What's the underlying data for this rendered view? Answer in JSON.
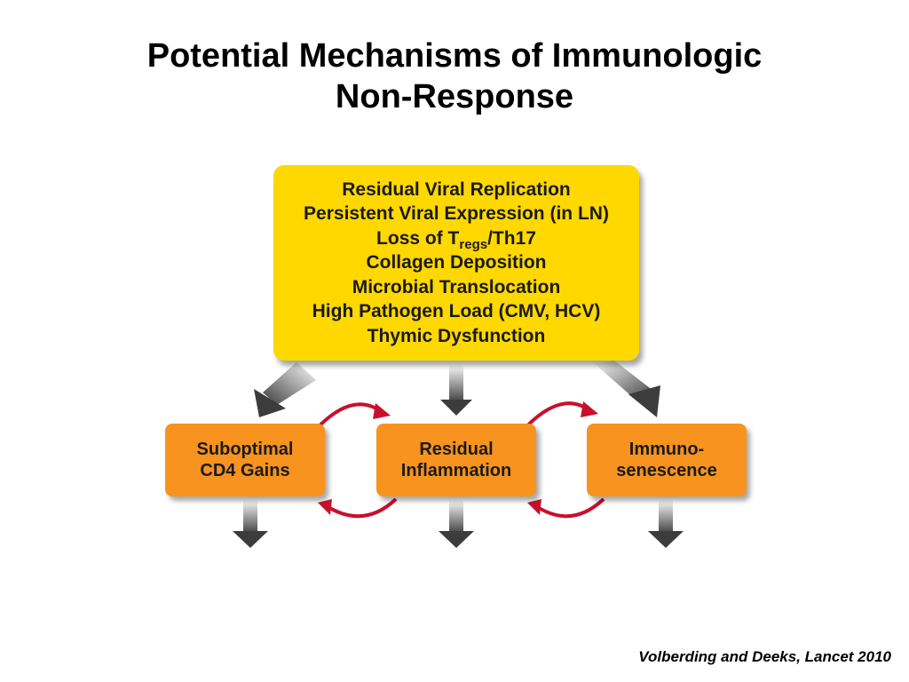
{
  "title": {
    "line1": "Potential Mechanisms of Immunologic",
    "line2": "Non-Response"
  },
  "mechanisms": {
    "items": [
      "Residual Viral Replication",
      "Persistent Viral Expression (in LN)",
      "Collagen Deposition",
      "Microbial Translocation",
      "High Pathogen Load (CMV, HCV)",
      "Thymic Dysfunction"
    ],
    "tregs": {
      "prefix": "Loss of T",
      "subscript": "regs",
      "suffix": "/Th17"
    }
  },
  "outcomes": {
    "left": {
      "line1": "Suboptimal",
      "line2": "CD4 Gains"
    },
    "center": {
      "line1": "Residual",
      "line2": "Inflammation"
    },
    "right": {
      "line1": "Immuno-",
      "line2": "senescence"
    }
  },
  "citation": "Volberding and Deeks, Lancet 2010",
  "colors": {
    "mechanism_box": "#ffd800",
    "outcome_box": "#f7931e",
    "cycle_arrow": "#c8102e"
  }
}
